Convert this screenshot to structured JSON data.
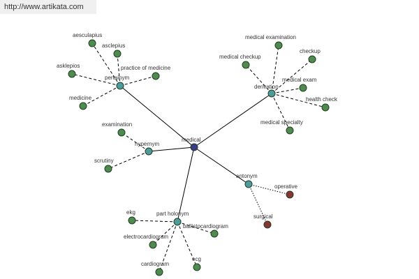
{
  "banner": {
    "url_text": "http://www.artikata.com"
  },
  "colors": {
    "center": "#3b3b8a",
    "relation": "#4f9a9a",
    "synonym": "#4f8a4f",
    "antonym": "#8a3535"
  },
  "graph": {
    "center": {
      "id": "medical",
      "label": "medical",
      "type": "center"
    },
    "relations": [
      {
        "id": "pertainym",
        "label": "pertainym",
        "edge": "solid",
        "children_edge": "dashed",
        "children": [
          "aesculapius",
          "asclepius",
          "asklepios",
          "practice of medicine",
          "medicine"
        ]
      },
      {
        "id": "derivation",
        "label": "derivation",
        "edge": "solid",
        "children_edge": "dashed",
        "children": [
          "medical examination",
          "medical checkup",
          "checkup",
          "medical exam",
          "health check",
          "medical specialty"
        ]
      },
      {
        "id": "hypernym",
        "label": "hypernym",
        "edge": "solid",
        "children_edge": "dashed",
        "children": [
          "examination",
          "scrutiny"
        ]
      },
      {
        "id": "antonym",
        "label": "antonym",
        "edge": "solid",
        "children_edge": "dotted",
        "children": [
          "operative",
          "surgical"
        ]
      },
      {
        "id": "part-holonym",
        "label": "part holonym",
        "edge": "solid",
        "children_edge": "dashed",
        "children": [
          "ekg",
          "ballistocardiogram",
          "electrocardiogram",
          "cardiogram",
          "ecg"
        ]
      }
    ]
  }
}
